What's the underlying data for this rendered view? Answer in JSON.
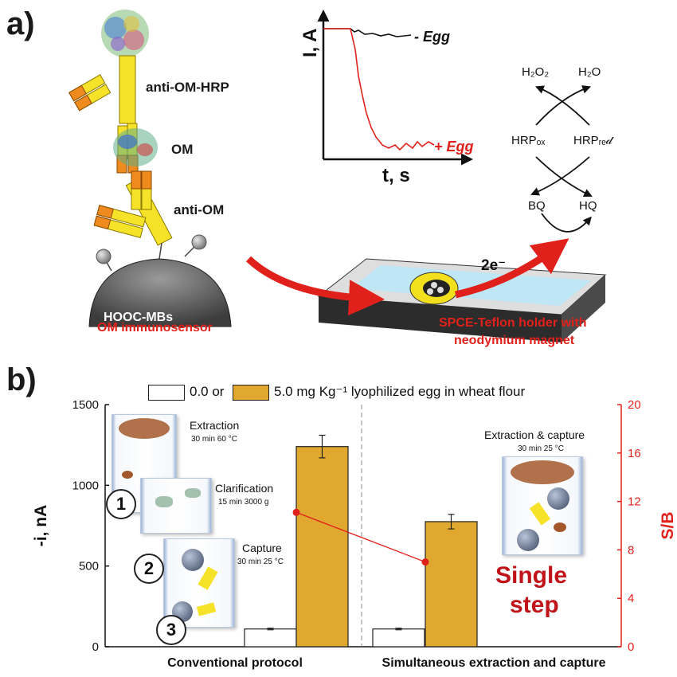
{
  "panel_a": {
    "letter": "a)",
    "labels": {
      "anti_om_hrp": "anti-OM-HRP",
      "om": "OM",
      "anti_om": "anti-OM",
      "mbs": "HOOC-MBs",
      "immunosensor": "OM immunosensor",
      "holder_line1": "SPCE-Teflon holder with",
      "holder_line2": "neodymium magnet",
      "electrons": "2e⁻"
    },
    "amperogram": {
      "y_label": "I, A",
      "x_label": "t, s",
      "minus_egg": "- Egg",
      "plus_egg": "+ Egg"
    },
    "cycle": {
      "h2o2": "H₂O₂",
      "h2o": "H₂O",
      "hrp_ox": "HRPₒₓ",
      "hrp_red": "HRPᵣₑ𝒹",
      "bq": "BQ",
      "hq": "HQ"
    }
  },
  "panel_b": {
    "letter": "b)",
    "legend": {
      "item1": "0.0 or",
      "item2": "5.0 mg Kg⁻¹ lyophilized egg in wheat flour"
    },
    "left_steps": [
      {
        "num": "1",
        "title": "Extraction",
        "sub": "30 min 60 °C"
      },
      {
        "num": "2",
        "title": "Clarification",
        "sub": "15 min 3000 g"
      },
      {
        "num": "3",
        "title": "Capture",
        "sub": "30 min 25 °C"
      }
    ],
    "right_step": {
      "title": "Extraction & capture",
      "sub": "30 min 25 °C"
    },
    "single_step_line1": "Single",
    "single_step_line2": "step",
    "colors": {
      "blank": "#ffffff",
      "sample": "#e0a82e",
      "sb": "#e0211b"
    }
  },
  "chart_data": {
    "type": "bar",
    "categories": [
      "Conventional protocol",
      "Simultaneous extraction and capture"
    ],
    "series": [
      {
        "name": "0.0 or",
        "values": [
          110,
          110
        ],
        "errors": [
          5,
          5
        ]
      },
      {
        "name": "5.0 mg Kg⁻¹ lyophilized egg in wheat flour",
        "values": [
          1240,
          775
        ],
        "errors": [
          70,
          45
        ]
      }
    ],
    "secondary": {
      "name": "S/B",
      "values": [
        11.1,
        7.0
      ],
      "ylim": [
        0,
        20
      ],
      "ticks": [
        0,
        4,
        8,
        12,
        16,
        20
      ]
    },
    "ylabel": "-i, nA",
    "ylabel_right": "S/B",
    "ylim": [
      0,
      1500
    ],
    "yticks": [
      0,
      500,
      1000,
      1500
    ]
  }
}
